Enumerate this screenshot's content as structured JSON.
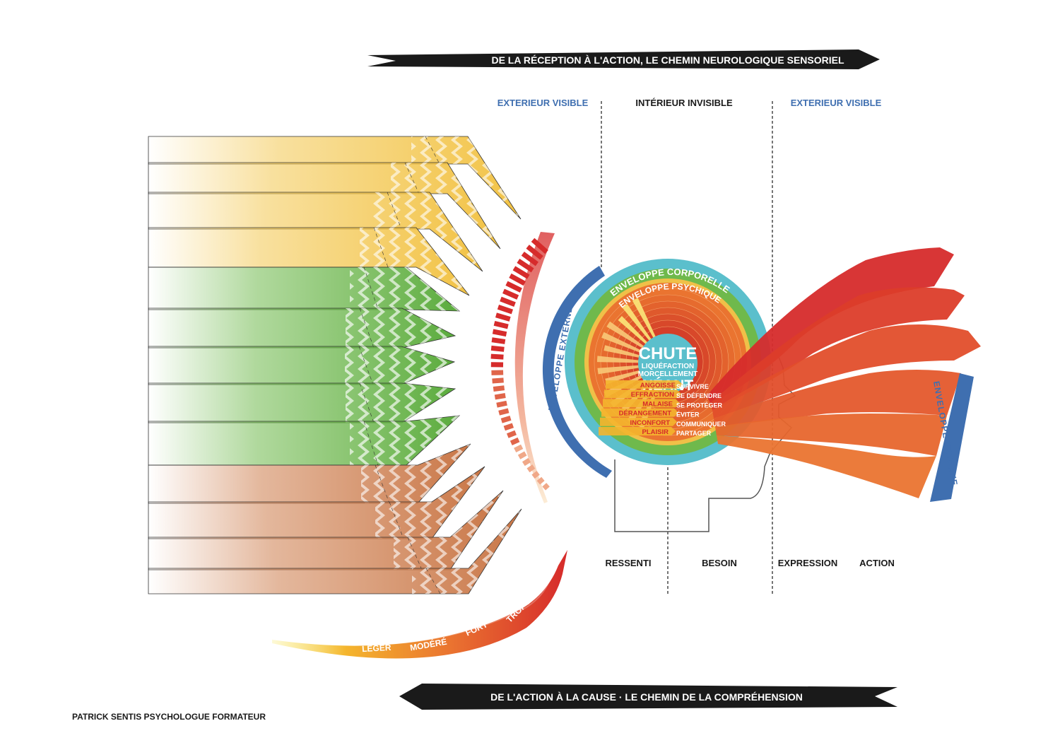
{
  "banners": {
    "top": "DE LA RÉCEPTION À L'ACTION, LE CHEMIN NEUROLOGIQUE SENSORIEL",
    "bottom": "DE L'ACTION À LA CAUSE · LE CHEMIN DE LA COMPRÉHENSION"
  },
  "zones": {
    "left_outside": "EXTERIEUR VISIBLE",
    "inside": "INTÉRIEUR INVISIBLE",
    "right_outside": "EXTERIEUR VISIBLE"
  },
  "envelopes": {
    "external_left": "ENVELOPPE EXTERNE",
    "external_right": "ENVELOPPE EXTERNE",
    "corporal": "ENVELOPPE CORPORELLE",
    "psychic": "ENVELOPPE PSYCHIQUE"
  },
  "core": {
    "line1": "CHUTE",
    "line2": "LIQUÉFACTION",
    "line3": "MORCELLEMENT",
    "line4": "NÉANT"
  },
  "feelings": [
    "ANGOISSE",
    "EFFRACTION",
    "MALAISE",
    "DÉRANGEMENT",
    "INCONFORT",
    "PLAISIR"
  ],
  "needs": [
    "SURVIVRE",
    "SE DÉFENDRE",
    "SE PROTÉGER",
    "ÉVITER",
    "COMMUNIQUER",
    "PARTAGER"
  ],
  "columns": [
    "RESSENTI",
    "BESOIN",
    "EXPRESSION",
    "ACTION"
  ],
  "intensity": [
    "LÉGER",
    "MODÉRÉ",
    "FORT",
    "TROP FORT"
  ],
  "author": "PATRICK SENTIS PSYCHOLOGUE FORMATEUR",
  "colors": {
    "yellow": "#f3c74f",
    "green": "#6fb94c",
    "brown": "#d1875a",
    "blue": "#3f6fb0",
    "teal": "#5bbfcc",
    "red": "#d62b2b",
    "orange": "#ea7430",
    "black": "#1a1a1a"
  }
}
